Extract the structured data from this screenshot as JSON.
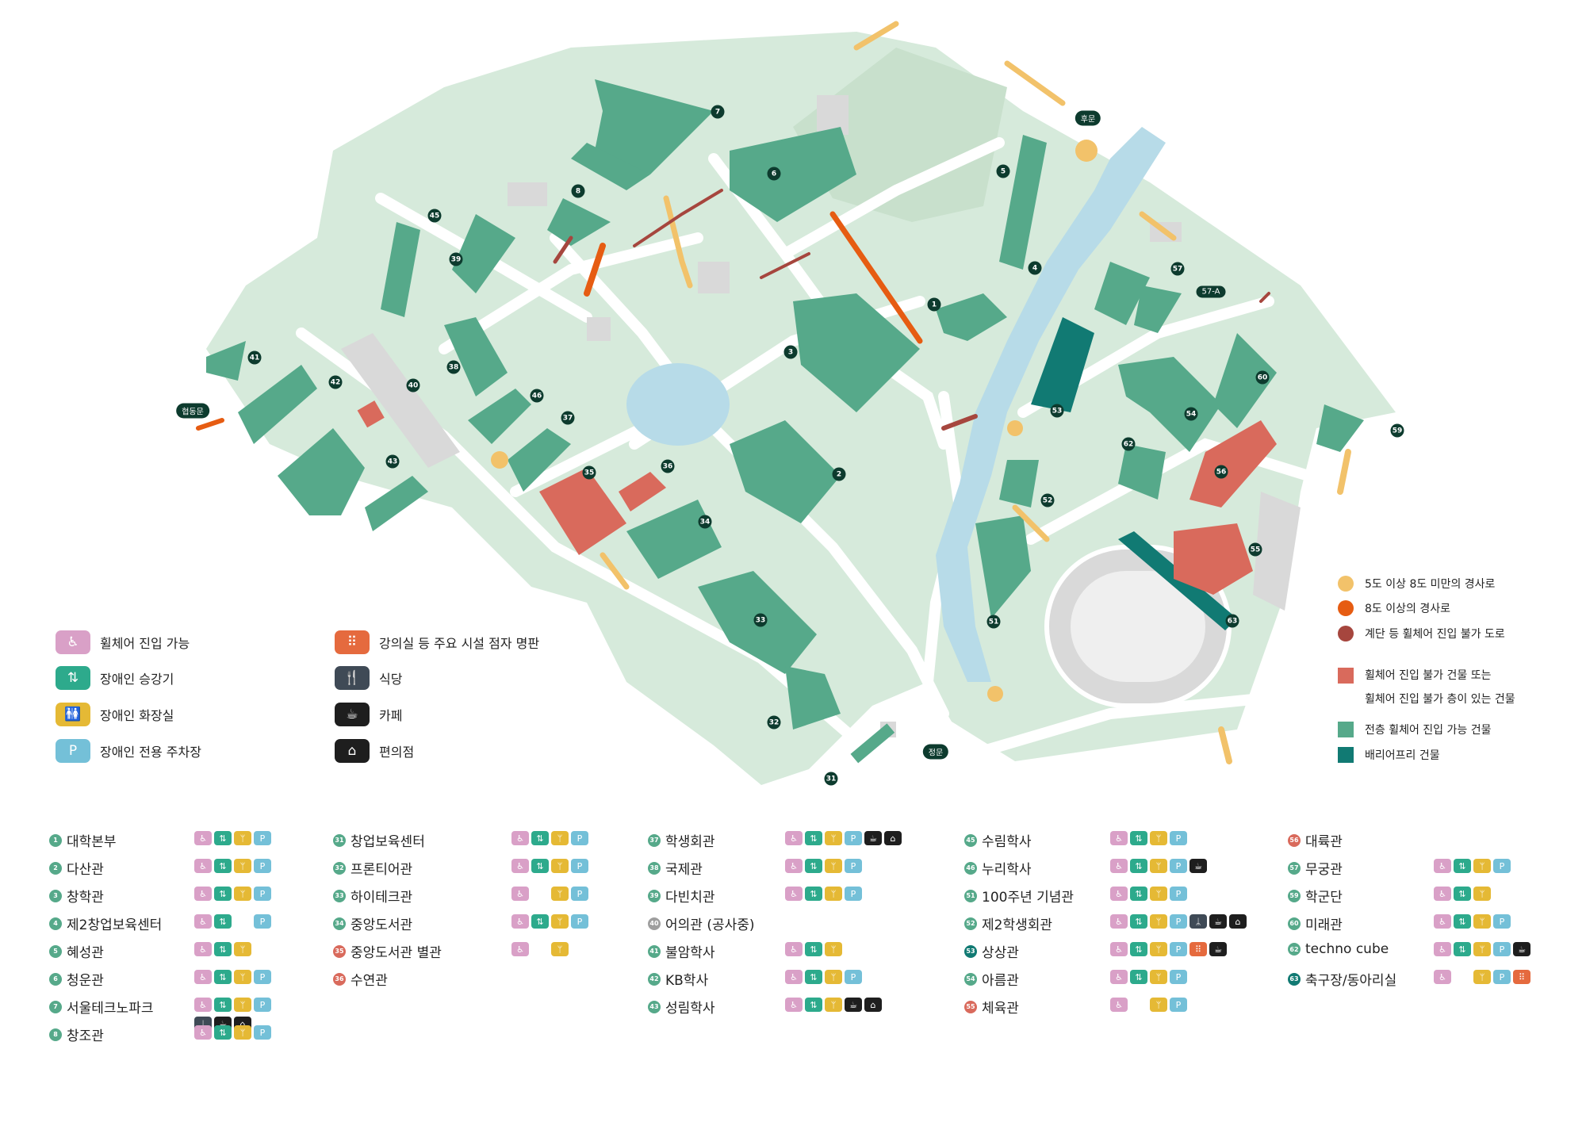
{
  "colors": {
    "campus": "#d6eadb",
    "path": "#ffffff",
    "water": "#b7dbe8",
    "building": "#56a98a",
    "barrier_free": "#117a73",
    "inaccessible": "#d96a5c",
    "gray_building": "#d9d9d9",
    "slope_mild": "#f2c26a",
    "slope_steep": "#e65c12",
    "stairs": "#a6463e",
    "marker": "#0d3b2e",
    "wheel": "#d9a0c7",
    "elevator": "#2daa8c",
    "toilet": "#e5b935",
    "parking": "#74c0d8",
    "braille": "#e56a3e",
    "food": "#3f4a56",
    "cafe": "#1e1e1e",
    "store": "#1e1e1e"
  },
  "map_labels": {
    "back_gate": "후문",
    "main_gate": "정문",
    "east_gate": "협동문",
    "b57a": "57-A",
    "m1": "1",
    "m2": "2",
    "m3": "3",
    "m4": "4",
    "m5": "5",
    "m6": "6",
    "m7": "7",
    "m8": "8",
    "m31": "31",
    "m32": "32",
    "m33": "33",
    "m34": "34",
    "m35": "35",
    "m36": "36",
    "m37": "37",
    "m38": "38",
    "m39": "39",
    "m40": "40",
    "m41": "41",
    "m42": "42",
    "m43": "43",
    "m45": "45",
    "m46": "46",
    "m51": "51",
    "m52": "52",
    "m53": "53",
    "m54": "54",
    "m55": "55",
    "m56": "56",
    "m57": "57",
    "m59": "59",
    "m60": "60",
    "m62": "62",
    "m63": "63"
  },
  "icon_legend": [
    {
      "label": "휠체어 진입 가능",
      "icon": "wheelchair-icon",
      "glyph": "♿"
    },
    {
      "label": "장애인 승강기",
      "icon": "elevator-icon",
      "glyph": "⇅"
    },
    {
      "label": "장애인 화장실",
      "icon": "toilet-icon",
      "glyph": "🚻"
    },
    {
      "label": "장애인 전용 주차장",
      "icon": "parking-icon",
      "glyph": "P"
    },
    {
      "label": "강의실 등 주요 시설 점자 명판",
      "icon": "braille-icon",
      "glyph": "⠿"
    },
    {
      "label": "식당",
      "icon": "restaurant-icon",
      "glyph": "🍴"
    },
    {
      "label": "카페",
      "icon": "cafe-icon",
      "glyph": "☕"
    },
    {
      "label": "편의점",
      "icon": "store-icon",
      "glyph": "⌂"
    }
  ],
  "map_legend": [
    {
      "label": "5도 이상 8도 미만의 경사로"
    },
    {
      "label": "8도 이상의 경사로"
    },
    {
      "label": "계단 등 휠체어 진입 불가 도로"
    },
    {
      "label": "휠체어 진입 불가 건물 또는",
      "label2": "휠체어 진입 불가 층이 있는 건물"
    },
    {
      "label": "전층 휠체어 진입 가능 건물"
    },
    {
      "label": "배리어프리 건물"
    }
  ],
  "buildings": [
    {
      "num": "1",
      "name": "대학본부",
      "icons": [
        "w",
        "e",
        "t",
        "p"
      ]
    },
    {
      "num": "2",
      "name": "다산관",
      "icons": [
        "w",
        "e",
        "t",
        "p"
      ]
    },
    {
      "num": "3",
      "name": "창학관",
      "icons": [
        "w",
        "e",
        "t",
        "p"
      ]
    },
    {
      "num": "4",
      "name": "제2창업보육센터",
      "icons": [
        "w",
        "e",
        "_",
        "p"
      ]
    },
    {
      "num": "5",
      "name": "혜성관",
      "icons": [
        "w",
        "e",
        "t"
      ]
    },
    {
      "num": "6",
      "name": "청운관",
      "icons": [
        "w",
        "e",
        "t",
        "p"
      ]
    },
    {
      "num": "7",
      "name": "서울테크노파크",
      "icons": [
        "w",
        "e",
        "t",
        "p"
      ],
      "icons2": [
        "f",
        "c",
        "s"
      ]
    },
    {
      "num": "8",
      "name": "창조관",
      "icons": [
        "w",
        "e",
        "t",
        "p"
      ]
    },
    {
      "num": "31",
      "name": "창업보육센터",
      "icons": [
        "w",
        "e",
        "t",
        "p"
      ]
    },
    {
      "num": "32",
      "name": "프론티어관",
      "icons": [
        "w",
        "e",
        "t",
        "p"
      ]
    },
    {
      "num": "33",
      "name": "하이테크관",
      "icons": [
        "w",
        "_",
        "t",
        "p"
      ]
    },
    {
      "num": "34",
      "name": "중앙도서관",
      "icons": [
        "w",
        "e",
        "t",
        "p"
      ]
    },
    {
      "num": "35",
      "name": "중앙도서관 별관",
      "icons": [
        "w",
        "_",
        "t"
      ],
      "red": true
    },
    {
      "num": "36",
      "name": "수연관",
      "icons": [],
      "red": true
    },
    {
      "num": "37",
      "name": "학생회관",
      "icons": [
        "w",
        "e",
        "t",
        "p",
        "c",
        "s"
      ]
    },
    {
      "num": "38",
      "name": "국제관",
      "icons": [
        "w",
        "e",
        "t",
        "p"
      ]
    },
    {
      "num": "39",
      "name": "다빈치관",
      "icons": [
        "w",
        "e",
        "t",
        "p"
      ]
    },
    {
      "num": "40",
      "name": "어의관 (공사중)",
      "icons": [],
      "gray": true
    },
    {
      "num": "41",
      "name": "불암학사",
      "icons": [
        "w",
        "e",
        "t"
      ]
    },
    {
      "num": "42",
      "name": "KB학사",
      "icons": [
        "w",
        "e",
        "t",
        "p"
      ]
    },
    {
      "num": "43",
      "name": "성림학사",
      "icons": [
        "w",
        "e",
        "t",
        "c",
        "s"
      ]
    },
    {
      "num": "45",
      "name": "수림학사",
      "icons": [
        "w",
        "e",
        "t",
        "p"
      ]
    },
    {
      "num": "46",
      "name": "누리학사",
      "icons": [
        "w",
        "e",
        "t",
        "p",
        "c"
      ]
    },
    {
      "num": "51",
      "name": "100주년 기념관",
      "icons": [
        "w",
        "e",
        "t",
        "p"
      ]
    },
    {
      "num": "52",
      "name": "제2학생회관",
      "icons": [
        "w",
        "e",
        "t",
        "p",
        "f",
        "c",
        "s"
      ]
    },
    {
      "num": "53",
      "name": "상상관",
      "icons": [
        "w",
        "e",
        "t",
        "p",
        "b",
        "c"
      ],
      "bf": true
    },
    {
      "num": "54",
      "name": "아름관",
      "icons": [
        "w",
        "e",
        "t",
        "p"
      ]
    },
    {
      "num": "55",
      "name": "체육관",
      "icons": [
        "w",
        "_",
        "t",
        "p"
      ],
      "red": true
    },
    {
      "num": "56",
      "name": "대륙관",
      "icons": [],
      "red": true
    },
    {
      "num": "57",
      "name": "무궁관",
      "icons": [
        "w",
        "e",
        "t",
        "p"
      ]
    },
    {
      "num": "59",
      "name": "학군단",
      "icons": [
        "w",
        "e",
        "t"
      ]
    },
    {
      "num": "60",
      "name": "미래관",
      "icons": [
        "w",
        "e",
        "t",
        "p"
      ]
    },
    {
      "num": "62",
      "name": "techno cube",
      "icons": [
        "w",
        "e",
        "t",
        "p",
        "c"
      ]
    },
    {
      "num": "63",
      "name": "축구장/동아리실",
      "icons": [
        "w",
        "_",
        "t",
        "p",
        "b"
      ],
      "bf": true
    }
  ]
}
